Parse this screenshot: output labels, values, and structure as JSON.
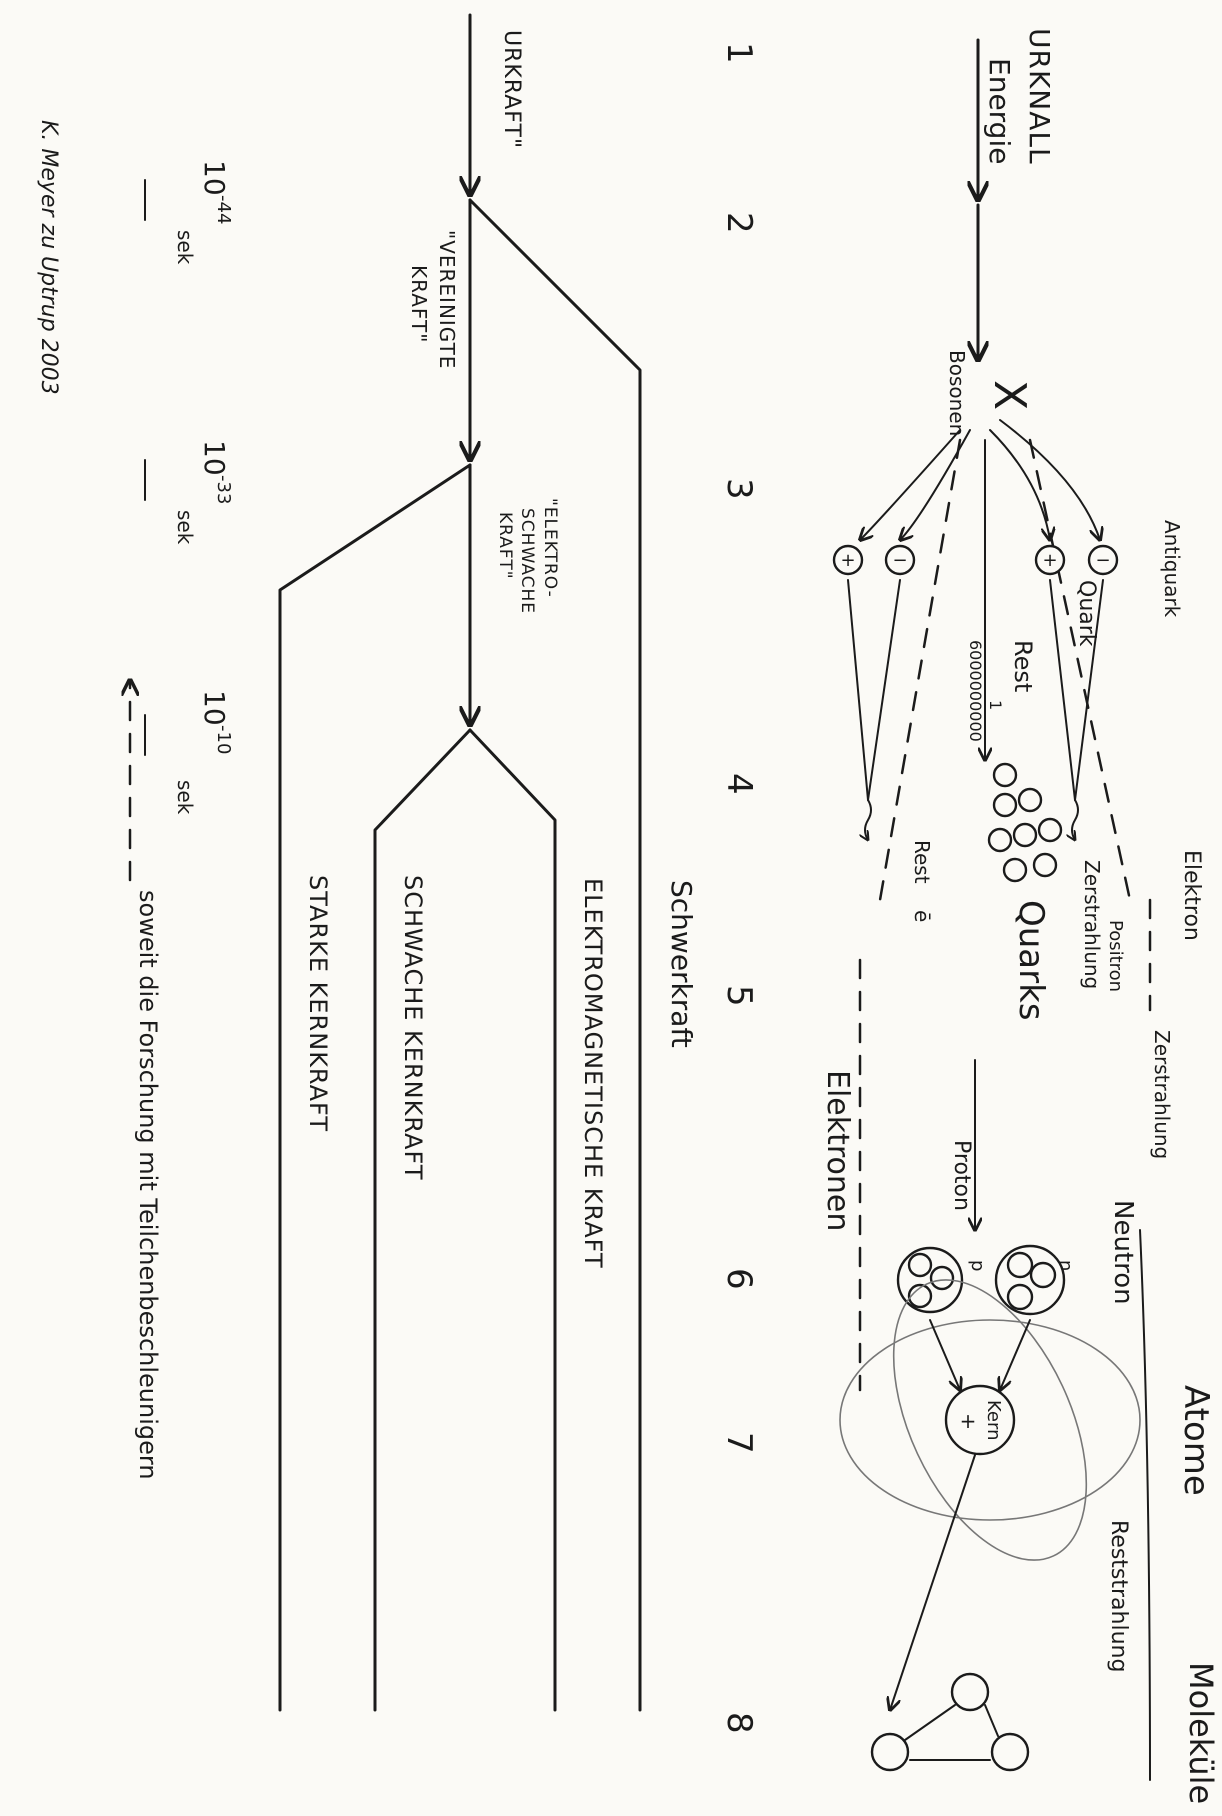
{
  "stages": [
    "1",
    "2",
    "3",
    "4",
    "5",
    "6",
    "7",
    "8"
  ],
  "particles": {
    "urknall": "URKNALL",
    "energie": "Energie",
    "x": "X",
    "bosonen": "Bosonen",
    "antiquark": "Antiquark",
    "quark": "Quark",
    "rest": "Rest",
    "ratio_top": "1",
    "ratio_bottom": "6000000000",
    "quarks": "Quarks",
    "elektron": "Elektron",
    "positron": "Positron",
    "zerstrahlung": "Zerstrahlung",
    "rest_e": "Rest",
    "rest_e_sym": "ē",
    "elektronen": "Elektronen",
    "proton": "Proton",
    "neutron": "Neutron",
    "n": "n",
    "p": "p",
    "kern": "Kern",
    "atome": "Atome",
    "reststrahlung": "Reststrahlung",
    "molekuele": "Moleküle",
    "plus": "+",
    "minus": "−"
  },
  "forces": {
    "urkraft": "URKRAFT\"",
    "vereinigte": "\"VEREINIGTE",
    "kraft": "KRAFT\"",
    "elektro": "\"ELEKTRO-",
    "schwache": "SCHWACHE",
    "kraft2": "KRAFT\"",
    "schwerkraft": "Schwerkraft",
    "elektromagnetische": "ELEKTROMAGNETISCHE KRAFT",
    "schwache_kernkraft": "SCHWACHE KERNKRAFT",
    "starke_kernkraft": "STARKE KERNKRAFT"
  },
  "time": {
    "t1": "10",
    "t1_exp": "-44",
    "t1_unit": "sek",
    "t2": "10",
    "t2_exp": "-33",
    "t2_unit": "sek",
    "t3": "10",
    "t3_exp": "-10",
    "t3_unit": "sek",
    "research": "soweit die Forschung mit Teilchenbeschleunigern"
  },
  "signature": "K. Meyer zu Uptrup 2003"
}
